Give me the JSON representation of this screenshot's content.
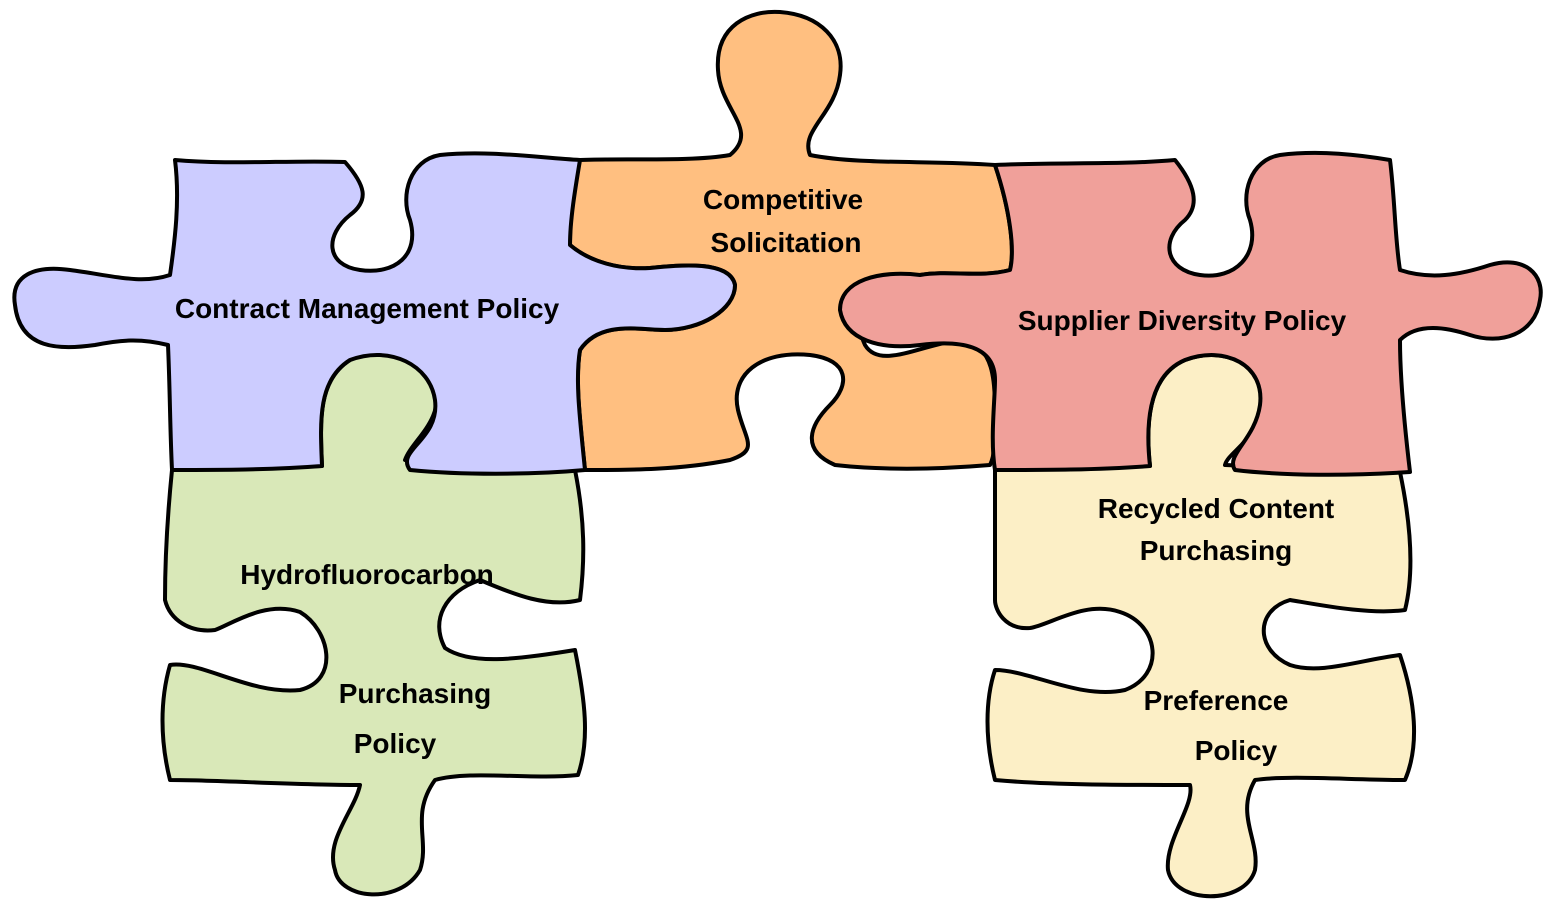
{
  "diagram": {
    "pieces": [
      {
        "id": "contract-management",
        "color": "#ccccff",
        "lines": [
          "Contract Management Policy"
        ]
      },
      {
        "id": "competitive-solicitation",
        "color": "#ffbf80",
        "lines": [
          "Competitive",
          "Solicitation"
        ]
      },
      {
        "id": "supplier-diversity",
        "color": "#f0a09a",
        "lines": [
          "Supplier Diversity Policy"
        ]
      },
      {
        "id": "hydrofluorocarbon",
        "color": "#d9e8b8",
        "lines": [
          "Hydrofluorocarbon",
          "Purchasing",
          "Policy"
        ]
      },
      {
        "id": "recycled-content",
        "color": "#fcefc6",
        "lines": [
          "Recycled Content",
          "Purchasing",
          "Preference",
          "Policy"
        ]
      }
    ]
  }
}
